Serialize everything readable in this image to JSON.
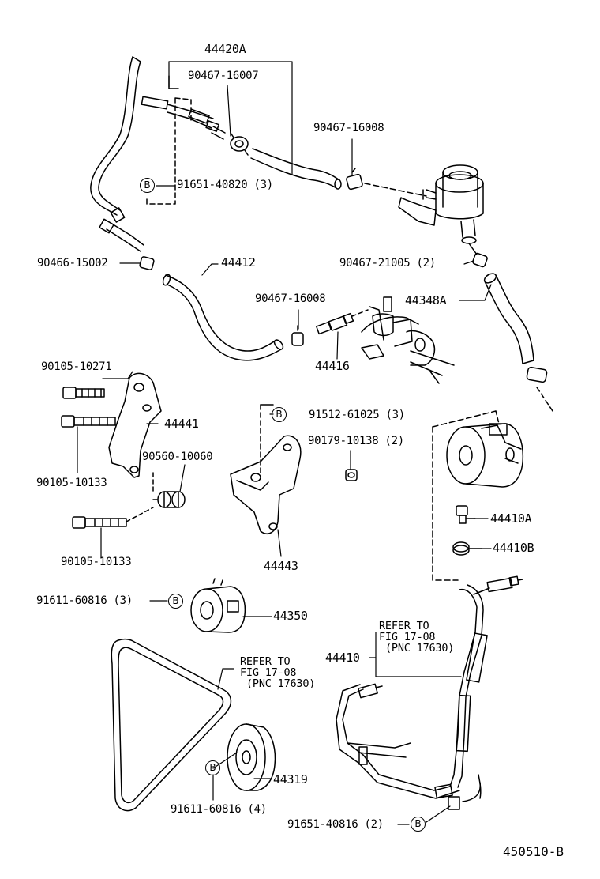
{
  "diagram_code": "450510-B",
  "badge_letter": "B",
  "labels": {
    "p44420A": "44420A",
    "p90467_16007": "90467-16007",
    "p90467_16008_a": "90467-16008",
    "p91651_40820": "91651-40820 (3)",
    "p90466_15002": "90466-15002",
    "p44412": "44412",
    "p90467_21005": "90467-21005 (2)",
    "p90467_16008_b": "90467-16008",
    "p44348A": "44348A",
    "p44416": "44416",
    "p90105_10271": "90105-10271",
    "p44441": "44441",
    "p91512_61025": "91512-61025 (3)",
    "p90179_10138": "90179-10138 (2)",
    "p90560_10060": "90560-10060",
    "p90105_10133_a": "90105-10133",
    "p44410A": "44410A",
    "p44410B": "44410B",
    "p90105_10133_b": "90105-10133",
    "p44443": "44443",
    "p91611_60816_a": "91611-60816 (3)",
    "p44350": "44350",
    "p44410": "44410",
    "p44319": "44319",
    "p91611_60816_b": "91611-60816 (4)",
    "p91651_40816": "91651-40816 (2)"
  },
  "refer_notes": [
    {
      "line1": "REFER TO",
      "line2": "FIG 17-08",
      "line3": "(PNC 17630)"
    },
    {
      "line1": "REFER TO",
      "line2": "FIG 17-08",
      "line3": "(PNC 17630)"
    }
  ]
}
